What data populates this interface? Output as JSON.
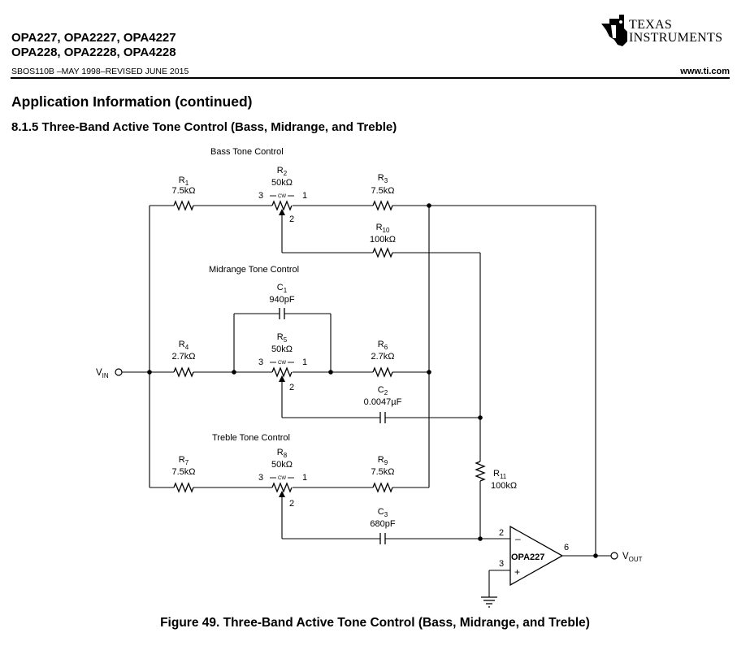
{
  "header": {
    "part_line1": "OPA227, OPA2227, OPA4227",
    "part_line2": "OPA228, OPA2228, OPA4228",
    "doc_id": "SBOS110B –MAY 1998–REVISED JUNE 2015",
    "website": "www.ti.com",
    "logo_line1": "TEXAS",
    "logo_line2": "INSTRUMENTS"
  },
  "section": {
    "title": "Application Information (continued)",
    "subtitle": "8.1.5  Three-Band Active Tone Control (Bass, Midrange, and Treble)"
  },
  "diagram": {
    "section_labels": {
      "bass": "Bass Tone Control",
      "midrange": "Midrange Tone Control",
      "treble": "Treble Tone Control"
    },
    "components": {
      "r1": {
        "ref": "R",
        "sub": "1",
        "value": "7.5kΩ"
      },
      "r2": {
        "ref": "R",
        "sub": "2",
        "value": "50kΩ"
      },
      "r3": {
        "ref": "R",
        "sub": "3",
        "value": "7.5kΩ"
      },
      "r10": {
        "ref": "R",
        "sub": "10",
        "value": "100kΩ"
      },
      "c1": {
        "ref": "C",
        "sub": "1",
        "value": "940pF"
      },
      "r4": {
        "ref": "R",
        "sub": "4",
        "value": "2.7kΩ"
      },
      "r5": {
        "ref": "R",
        "sub": "5",
        "value": "50kΩ"
      },
      "r6": {
        "ref": "R",
        "sub": "6",
        "value": "2.7kΩ"
      },
      "c2": {
        "ref": "C",
        "sub": "2",
        "value": "0.0047µF"
      },
      "r7": {
        "ref": "R",
        "sub": "7",
        "value": "7.5kΩ"
      },
      "r8": {
        "ref": "R",
        "sub": "8",
        "value": "50kΩ"
      },
      "r9": {
        "ref": "R",
        "sub": "9",
        "value": "7.5kΩ"
      },
      "c3": {
        "ref": "C",
        "sub": "3",
        "value": "680pF"
      },
      "r11": {
        "ref": "R",
        "sub": "11",
        "value": "100kΩ"
      }
    },
    "pot_pins": {
      "left": "3",
      "right": "1",
      "wiper": "2",
      "cw": "CW"
    },
    "vin": {
      "main": "V",
      "sub": "IN"
    },
    "vout": {
      "main": "V",
      "sub": "OUT"
    },
    "opamp": {
      "name": "OPA227",
      "minus": "–",
      "plus": "+",
      "pin_inv": "2",
      "pin_noninv": "3",
      "pin_out": "6"
    }
  },
  "figure": {
    "caption": "Figure 49.  Three-Band Active Tone Control (Bass, Midrange, and Treble)"
  }
}
